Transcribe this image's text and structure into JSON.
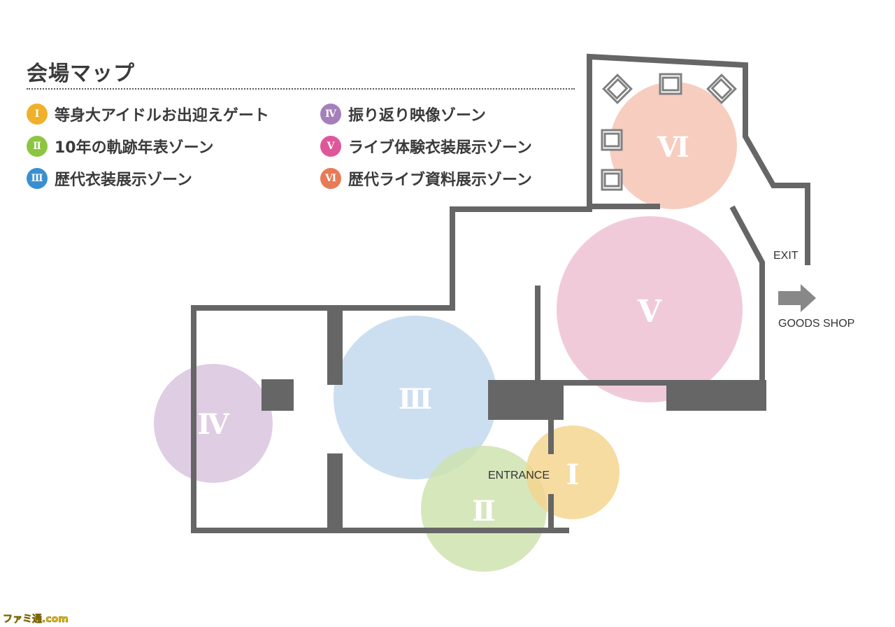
{
  "title": "会場マップ",
  "legend": [
    {
      "numeral": "Ⅰ",
      "label": "等身大アイドルお出迎えゲート",
      "color": "#f0b02a"
    },
    {
      "numeral": "Ⅱ",
      "label": "10年の軌跡年表ゾーン",
      "color": "#8cc63f"
    },
    {
      "numeral": "Ⅲ",
      "label": "歴代衣装展示ゾーン",
      "color": "#3a8fd0"
    },
    {
      "numeral": "Ⅳ",
      "label": "振り返り映像ゾーン",
      "color": "#a57fbc"
    },
    {
      "numeral": "Ⅴ",
      "label": "ライブ体験衣装展示ゾーン",
      "color": "#e0569a"
    },
    {
      "numeral": "Ⅵ",
      "label": "歴代ライブ資料展示ゾーン",
      "color": "#e87a55"
    }
  ],
  "zones": {
    "z1": {
      "numeral": "Ⅰ",
      "color": "#f5d690"
    },
    "z2": {
      "numeral": "Ⅱ",
      "color": "#cfe3b0"
    },
    "z3": {
      "numeral": "Ⅲ",
      "color": "#c6dbee"
    },
    "z4": {
      "numeral": "Ⅳ",
      "color": "#dcc8e0"
    },
    "z5": {
      "numeral": "Ⅴ",
      "color": "#f0c4d6"
    },
    "z6": {
      "numeral": "Ⅵ",
      "color": "#f5c8b8"
    }
  },
  "labels": {
    "entrance": "ENTRANCE",
    "exit": "EXIT",
    "goods_shop": "GOODS SHOP"
  },
  "watermark": "ファミ通.com"
}
